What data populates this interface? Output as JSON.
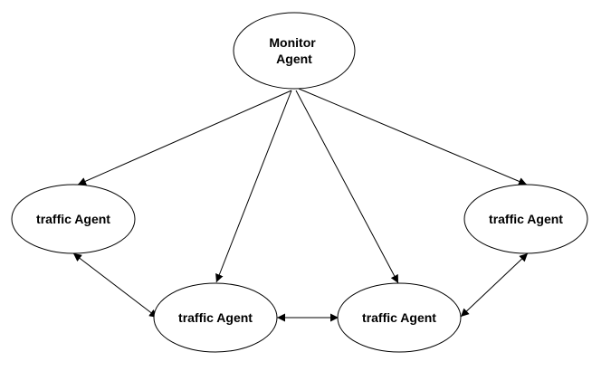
{
  "diagram": {
    "nodes": {
      "monitor": {
        "line1": "Monitor",
        "line2": "Agent"
      },
      "traffic_left": {
        "label": "traffic Agent"
      },
      "traffic_right": {
        "label": "traffic Agent"
      },
      "traffic_bottom_left": {
        "label": "traffic Agent"
      },
      "traffic_bottom_right": {
        "label": "traffic Agent"
      }
    },
    "edges": [
      {
        "from": "Monitor Agent",
        "to": "traffic Agent (left)",
        "direction": "forward"
      },
      {
        "from": "Monitor Agent",
        "to": "traffic Agent (bottom-left)",
        "direction": "forward"
      },
      {
        "from": "Monitor Agent",
        "to": "traffic Agent (bottom-right)",
        "direction": "forward"
      },
      {
        "from": "Monitor Agent",
        "to": "traffic Agent (right)",
        "direction": "forward"
      },
      {
        "from": "traffic Agent (left)",
        "to": "traffic Agent (bottom-left)",
        "direction": "both"
      },
      {
        "from": "traffic Agent (bottom-left)",
        "to": "traffic Agent (bottom-right)",
        "direction": "both"
      },
      {
        "from": "traffic Agent (bottom-right)",
        "to": "traffic Agent (right)",
        "direction": "both"
      }
    ],
    "colors": {
      "stroke": "#000000",
      "fill": "#ffffff",
      "text": "#000000"
    }
  }
}
